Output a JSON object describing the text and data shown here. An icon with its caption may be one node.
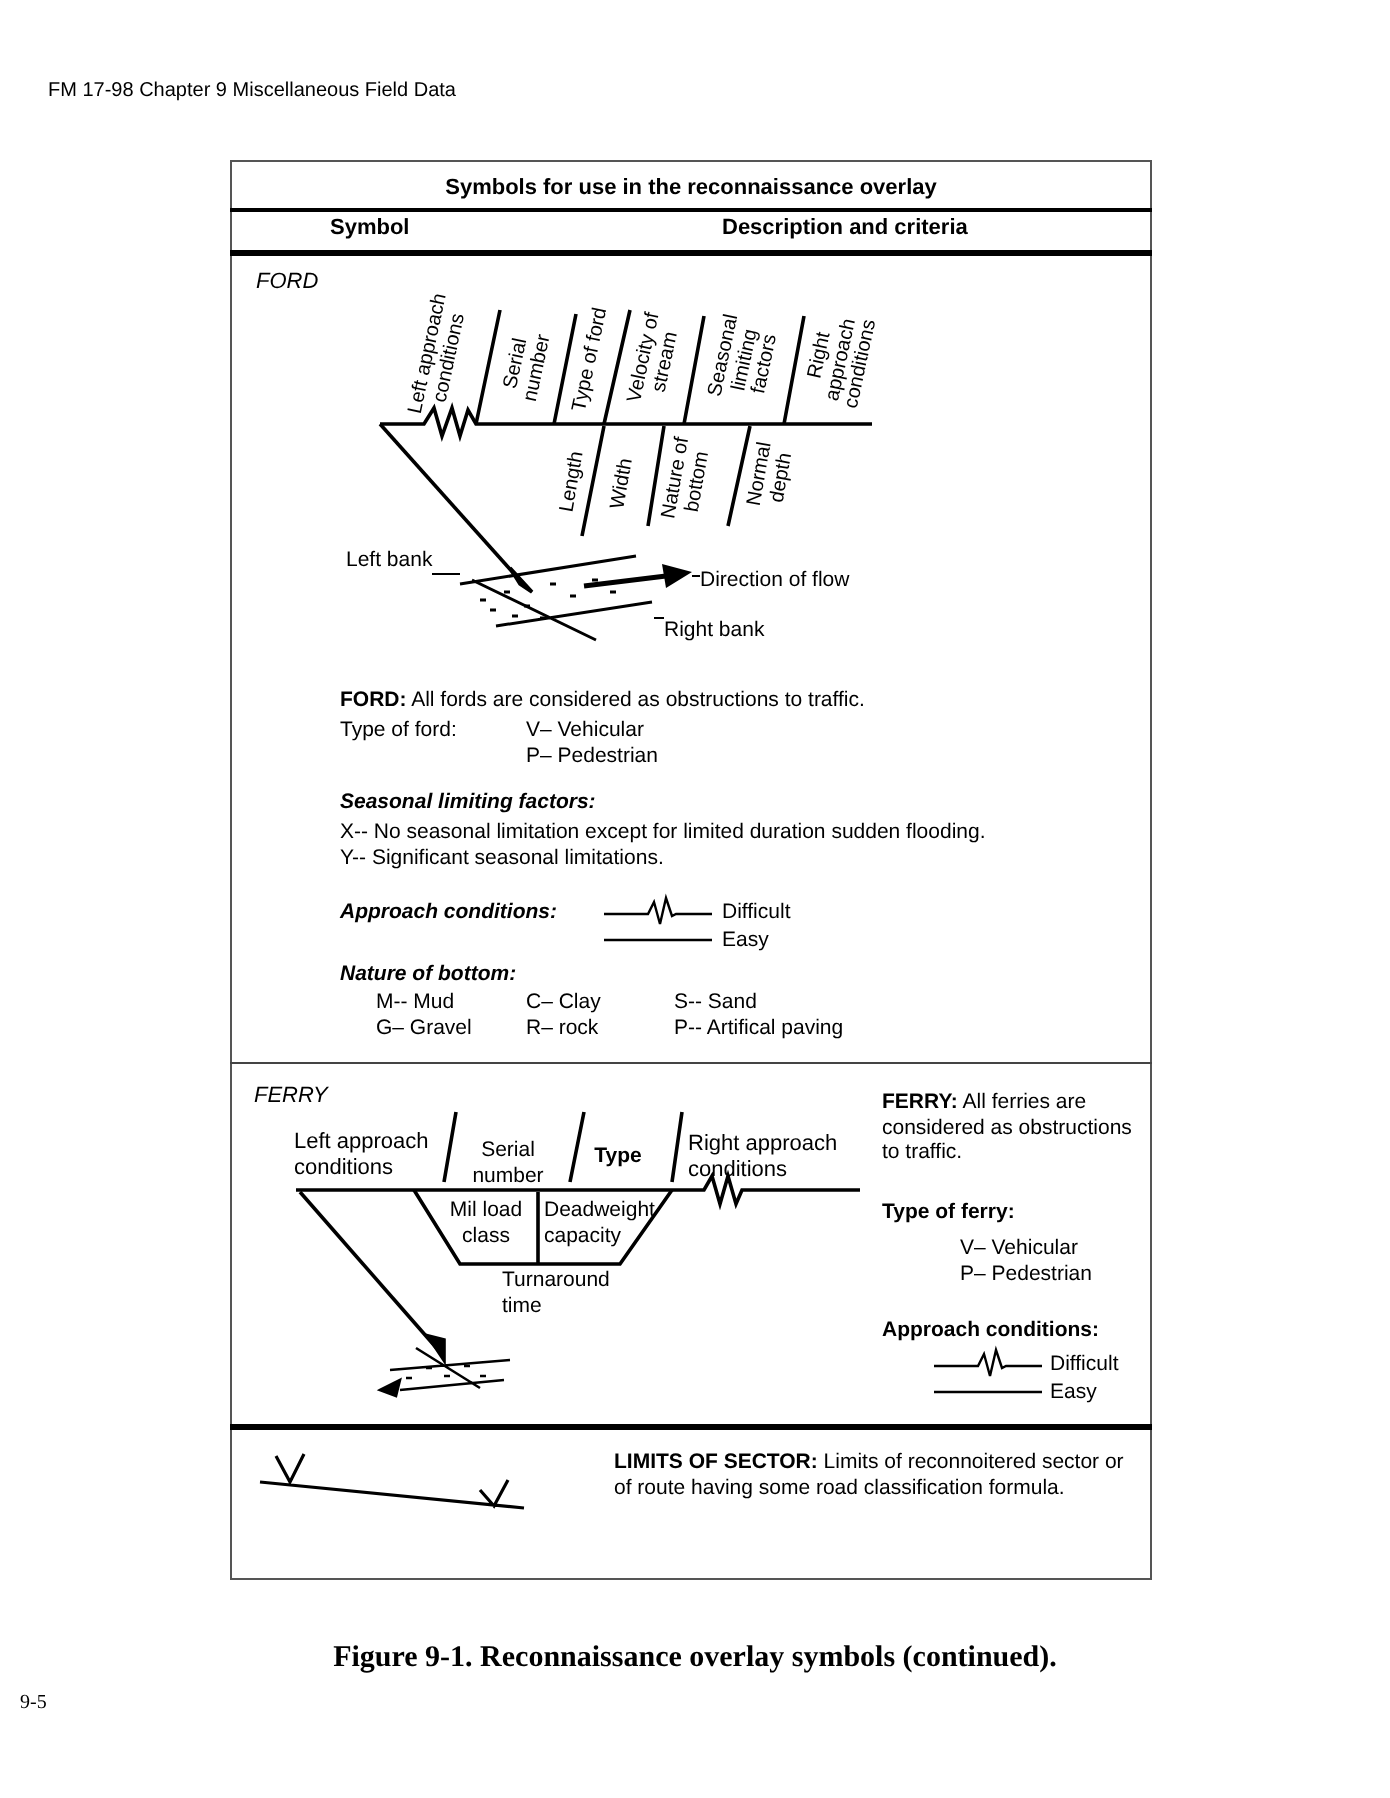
{
  "diagram": {
    "title": "Symbols for use in the reconnaissance overlay",
    "caption": "Figure 9-1. Reconnaissance overlay symbols (continued).",
    "nodes": [
      {
        "text": [
          "Left bank"
        ]
      },
      {
        "text": [
          "Direction of flow"
        ]
      },
      {
        "text": [
          "Right bank"
        ]
      },
      {
        "text": [],
        "shape": "picture"
      },
      {
        "text": [],
        "shape": "arrow"
      }
    ],
    "edges": [
      {
        "from": 0,
        "to": 3,
        "arrow": "none"
      },
      {
        "from": 1,
        "to": 4,
        "arrow": "none"
      },
      {
        "from": 2,
        "to": 3,
        "arrow": "none"
      }
    ],
    "labels": [
      "FM 17-98 Chapter 9 Miscellaneous Field Data",
      "Symbol",
      "Description and criteria",
      "FORD",
      "Left approach conditions",
      "Serial number",
      "Type of ford",
      "Velocity of stream",
      "Seasonal limiting factors",
      "Right approach conditions",
      "Length",
      "Width",
      "Nature of bottom",
      "Normal depth",
      "**FORD:**  All fords are considered as obstructions to traffic.",
      "Type of ford:",
      "V– Vehicular",
      "P– Pedestrian",
      "Seasonal limiting factors:",
      "X-- No seasonal limitation except for limited duration sudden flooding.",
      "Y-- Significant seasonal limitations.",
      "Approach conditions:",
      "Difficult",
      "Easy",
      "Nature of bottom:",
      "M-- Mud",
      "C– Clay",
      "S-- Sand",
      "G– Gravel",
      "R– rock",
      "P-- Artifical paving",
      "FERRY",
      "Left approach conditions",
      "Serial number",
      "Type",
      "Right approach conditions",
      "Mil load class",
      "Deadweight capacity",
      "Turnaround time",
      "**FERRY:**  All ferries are considered as obstructions to traffic.",
      "Type of ferry:",
      "V– Vehicular",
      "P– Pedestrian",
      "Approach conditions:",
      "Difficult",
      "Easy",
      "**LIMITS OF SECTOR:**  Limits of reconnoitered sector or of route having some road classification formula.",
      "9-5"
    ]
  }
}
